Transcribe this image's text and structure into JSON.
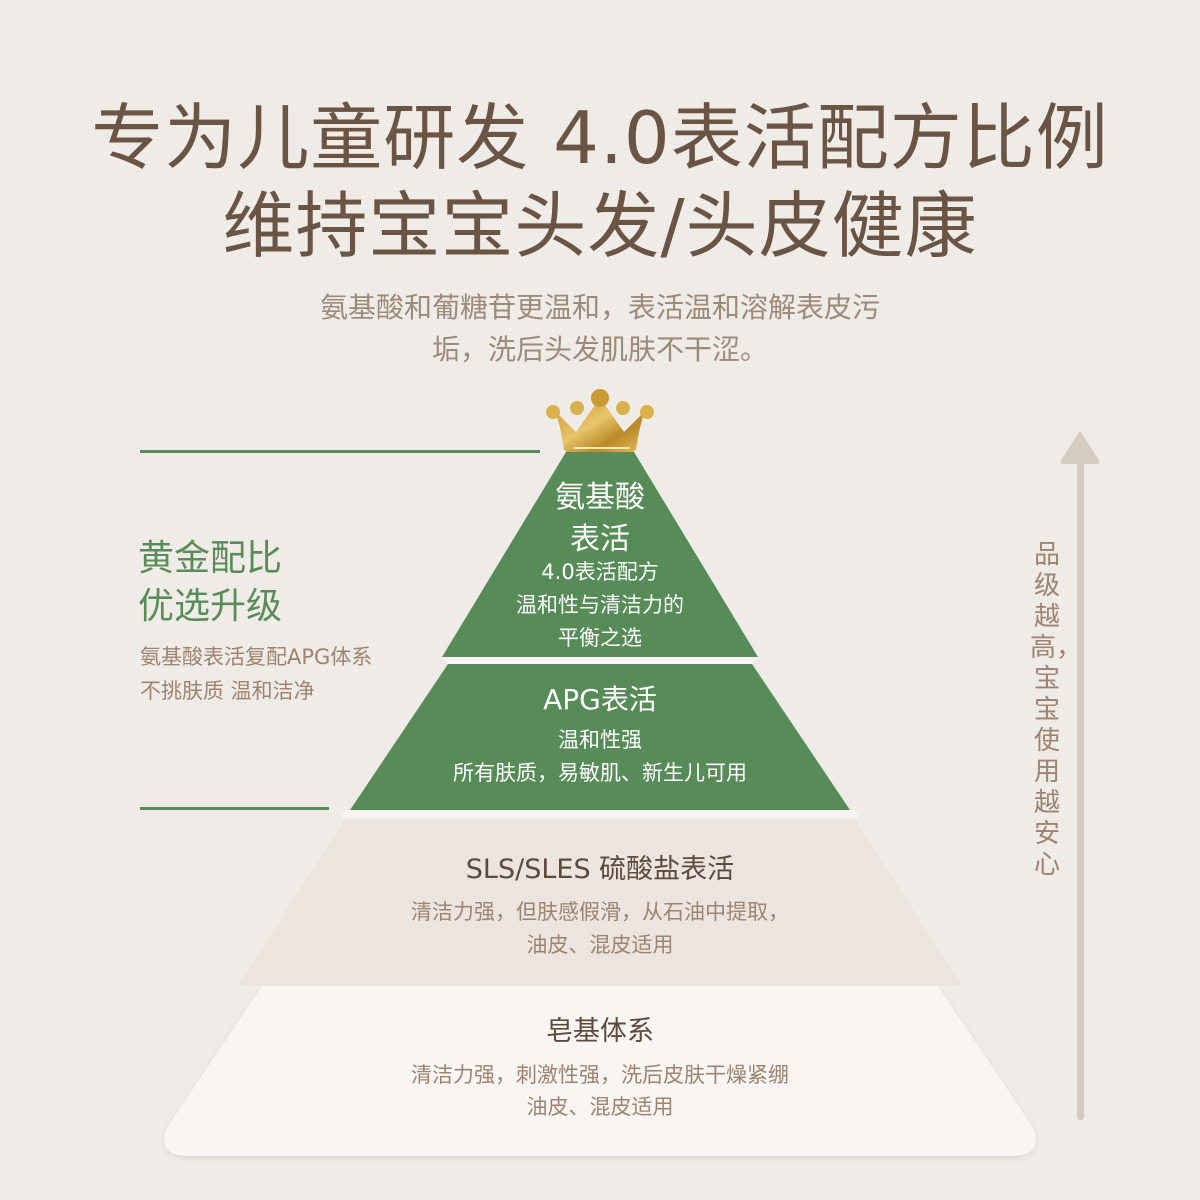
{
  "header": {
    "title_line1": "专为儿童研发 4.0表活配方比例",
    "title_line2": "维持宝宝头发/头皮健康",
    "subtitle_line1": "氨基酸和葡糖苷更温和，表活温和溶解表皮污",
    "subtitle_line2": "垢，洗后头发肌肤不干涩。"
  },
  "side_panel": {
    "heading_line1": "黄金配比",
    "heading_line2": "优选升级",
    "body_line1": "氨基酸表活复配APG体系",
    "body_line2": "不挑肤质 温和洁净"
  },
  "pyramid": {
    "tiers": [
      {
        "title_line1": "氨基酸",
        "title_line2": "表活",
        "desc_line1": "4.0表活配方",
        "desc_line2": "温和性与清洁力的",
        "desc_line3": "平衡之选",
        "color": "#578b58"
      },
      {
        "title": "APG表活",
        "desc_line1": "温和性强",
        "desc_line2": "所有肤质，易敏肌、新生儿可用",
        "color": "#578b58"
      },
      {
        "title": "SLS/SLES 硫酸盐表活",
        "desc_line1": "清洁力强，但肤感假滑，从石油中提取，",
        "desc_line2": "油皮、混皮适用",
        "color": "#ebe4df"
      },
      {
        "title": "皂基体系",
        "desc_line1": "清洁力强，刺激性强，洗后皮肤干燥紧绷",
        "desc_line2": "油皮、混皮适用",
        "color": "#f8f5f3"
      }
    ],
    "crown_icon": "crown-icon"
  },
  "axis": {
    "label": "品级越高，宝宝使用越安心",
    "arrow_icon": "arrow-up-icon",
    "color": "#d5cbc1"
  },
  "colors": {
    "background": "#efebe7",
    "title": "#6a5444",
    "accent_green": "#578b58",
    "muted_brown": "#9c8470",
    "gold": "#d4a93c"
  }
}
